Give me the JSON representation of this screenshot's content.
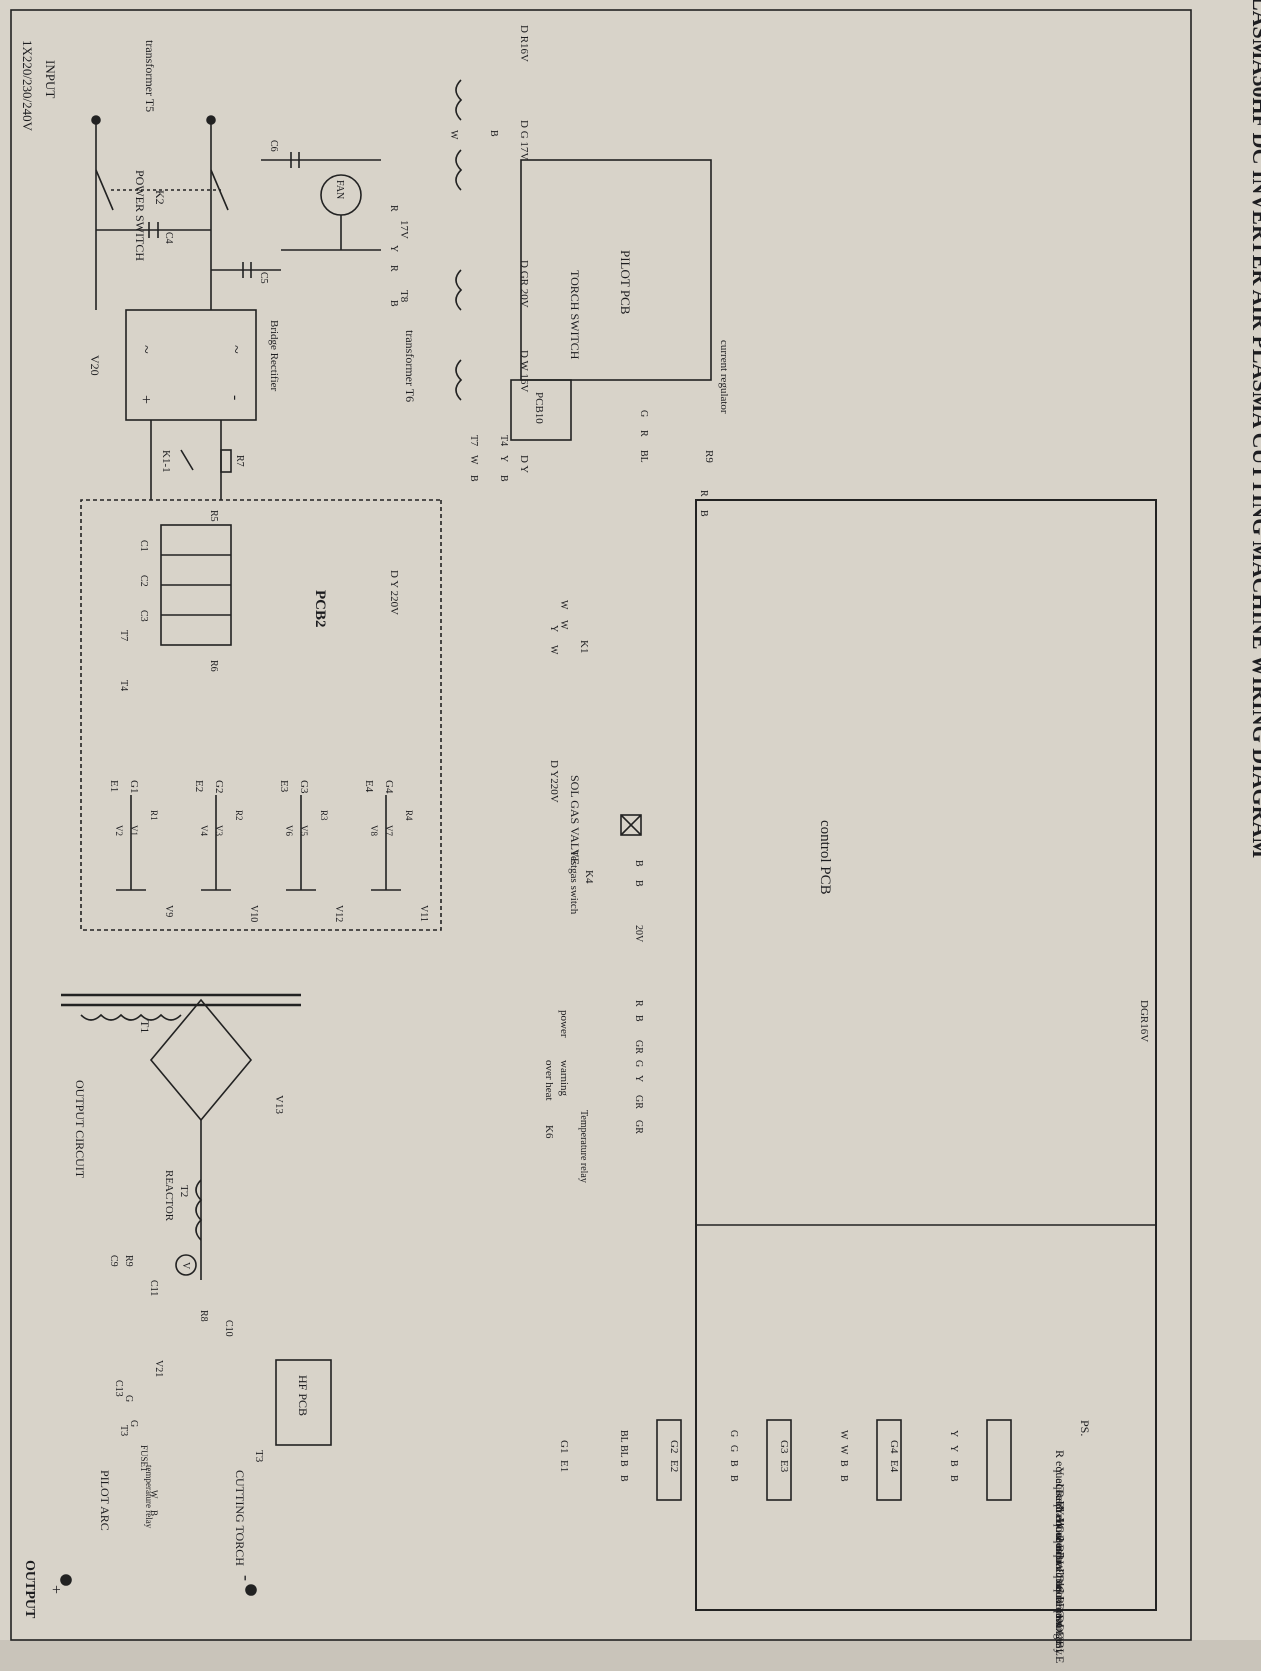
{
  "title": "LASMA50HF DC INVERTER AIR PLASMA CUTTING MACHINE  WIRING DIAGRAM",
  "input": {
    "label": "INPUT",
    "voltage": "1X220/230/240V"
  },
  "power_switch": {
    "ref": "K2",
    "name": "POWER SWITCH"
  },
  "caps": {
    "c4": "C4",
    "c5": "C5",
    "c6": "C6"
  },
  "fan": "FAN",
  "bridge": {
    "ref": "V20",
    "name": "Bridge Rectifier",
    "ac1": "~",
    "ac2": "~",
    "plus": "+",
    "minus": "-"
  },
  "relay_k1": "K1-1",
  "r7": "R7",
  "transformer_t5": {
    "name": "transformer T5",
    "out1": "D R16V",
    "out2": "D G 17V"
  },
  "transformer_t6": {
    "name": "transformer T6",
    "out1": "D GR 20V",
    "out2": "D W 16V",
    "primary": "D Y 220V"
  },
  "pilot_pcb": {
    "name": "PILOT PCB",
    "v17": "17V",
    "t8": "T8",
    "wire_w": "W",
    "wire_b": "B",
    "wire_r": "R",
    "wire_y": "Y",
    "wire_r2": "R",
    "wire_b2": "B"
  },
  "torch_switch": {
    "name": "TORCH SWITCH",
    "pcb": "PCB10",
    "dy": "D Y"
  },
  "current_regulator": "current regulator",
  "r9": "R9",
  "left_wires": {
    "t7": "T7",
    "w": "W",
    "b1": "B",
    "t4": "T4",
    "y": "Y",
    "b2": "B",
    "g": "G",
    "r": "R",
    "bl": "BL",
    "r2": "R",
    "b3": "B",
    "w2": "W",
    "w3": "W"
  },
  "pcb2": {
    "name": "PCB2",
    "caps": [
      "C1",
      "C2",
      "C3"
    ],
    "r5": "R5",
    "r6": "R6",
    "t7": "T7",
    "t4": "T4",
    "rows": [
      {
        "g": "G1",
        "e": "E1",
        "r": "R1",
        "v": "V1",
        "v2": "V2",
        "q": "V9"
      },
      {
        "g": "G2",
        "e": "E2",
        "r": "R2",
        "v": "V3",
        "v2": "V4",
        "q": "V10"
      },
      {
        "g": "G3",
        "e": "E3",
        "r": "R3",
        "v": "V5",
        "v2": "V6",
        "q": "V12"
      },
      {
        "g": "G4",
        "e": "E4",
        "r": "R4",
        "v": "V7",
        "v2": "V8",
        "q": "V11"
      }
    ]
  },
  "t1": "T1",
  "output_circuit": "OUTPUT CIRCUIT",
  "v13": "V13",
  "reactor": {
    "name": "REACTOR",
    "ref": "T2"
  },
  "output_parts": {
    "r9": "R9",
    "c9": "C9",
    "c11": "C11",
    "r8": "R8",
    "c10": "C10",
    "c13": "C13",
    "v21": "V21",
    "g1": "G",
    "g2": "G",
    "t3": "T3",
    "fuse": "FUSE1",
    "temp": "temperature relay",
    "w": "W",
    "b": "B",
    "v": "V"
  },
  "hf_pcb": "HF PCB",
  "t3_label": "T3",
  "output": {
    "name": "OUTPUT",
    "plus": "+",
    "minus": "-",
    "pilot_arc": "PILOT ARC",
    "cutting_torch": "CUTTING TORCH"
  },
  "control_pcb": "control PCB",
  "k1": {
    "ref": "K1",
    "y": "Y",
    "w": "W"
  },
  "sol_gas_valve": {
    "name": "SOL GAS VALVE",
    "dy": "D Y220V"
  },
  "testgas": {
    "name": "Testgas switch",
    "ref": "K4",
    "b1": "B",
    "b2": "B",
    "v20": "20V"
  },
  "indicators": {
    "power": "power",
    "warning": "warning",
    "over_heat": "over heat",
    "k6": "K6",
    "temp_relay": "Temperature relay",
    "pins": [
      "R",
      "B",
      "GR",
      "G",
      "Y",
      "GR",
      "GR"
    ]
  },
  "dgr16v": "DGR16V",
  "drive_connectors": [
    {
      "wires": [
        "BL",
        "BL",
        "B",
        "B"
      ],
      "g": "G1",
      "e": "E1"
    },
    {
      "wires": [
        "G",
        "G",
        "B",
        "B"
      ],
      "g": "G2",
      "e": "E2"
    },
    {
      "wires": [
        "W",
        "W",
        "B",
        "B"
      ],
      "g": "G3",
      "e": "E3"
    },
    {
      "wires": [
        "Y",
        "Y",
        "B",
        "B"
      ],
      "g": "G4",
      "e": "E4"
    }
  ],
  "legend": {
    "ps": "PS.",
    "items": [
      [
        "R",
        "equal",
        "Red"
      ],
      [
        "Y",
        "equal",
        "Yellow"
      ],
      [
        "G",
        "equal",
        "Green"
      ],
      [
        "Bl",
        "equal",
        "Blue"
      ],
      [
        "W",
        "equal",
        "White"
      ],
      [
        "B",
        "equal",
        "Black"
      ],
      [
        "Br",
        "equal",
        "Brown"
      ],
      [
        "O",
        "equal",
        "Orange"
      ],
      [
        "Gr",
        "equal",
        "Gray"
      ],
      [
        "D",
        "",
        "DOUBLE"
      ]
    ]
  }
}
